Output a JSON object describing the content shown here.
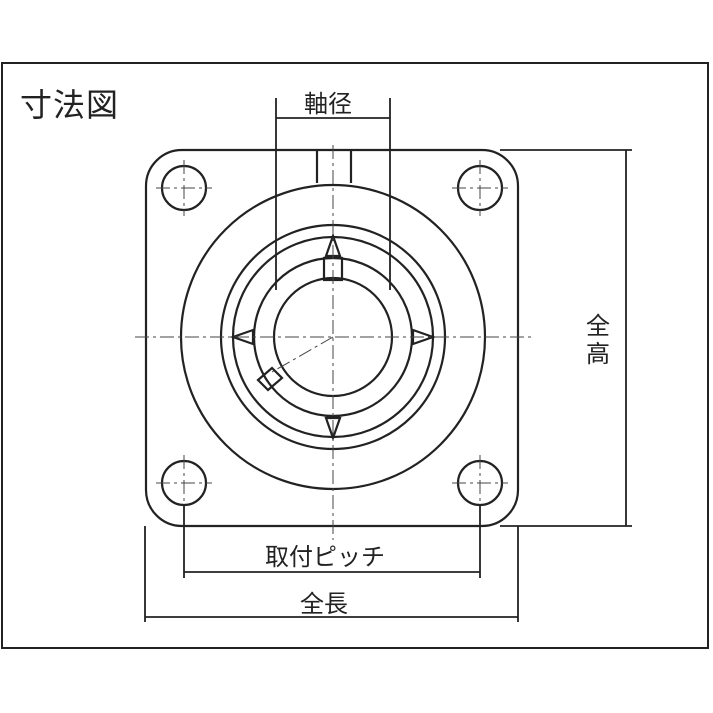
{
  "title": "寸法図",
  "dimensions": {
    "shaft_diameter": "軸径",
    "overall_height": "全高",
    "mounting_pitch": "取付ピッチ",
    "overall_length": "全長"
  },
  "drawing": {
    "subject": "square-flange-bearing-unit",
    "bolt_holes": 4,
    "line_color": "#222222",
    "background": "#ffffff"
  }
}
